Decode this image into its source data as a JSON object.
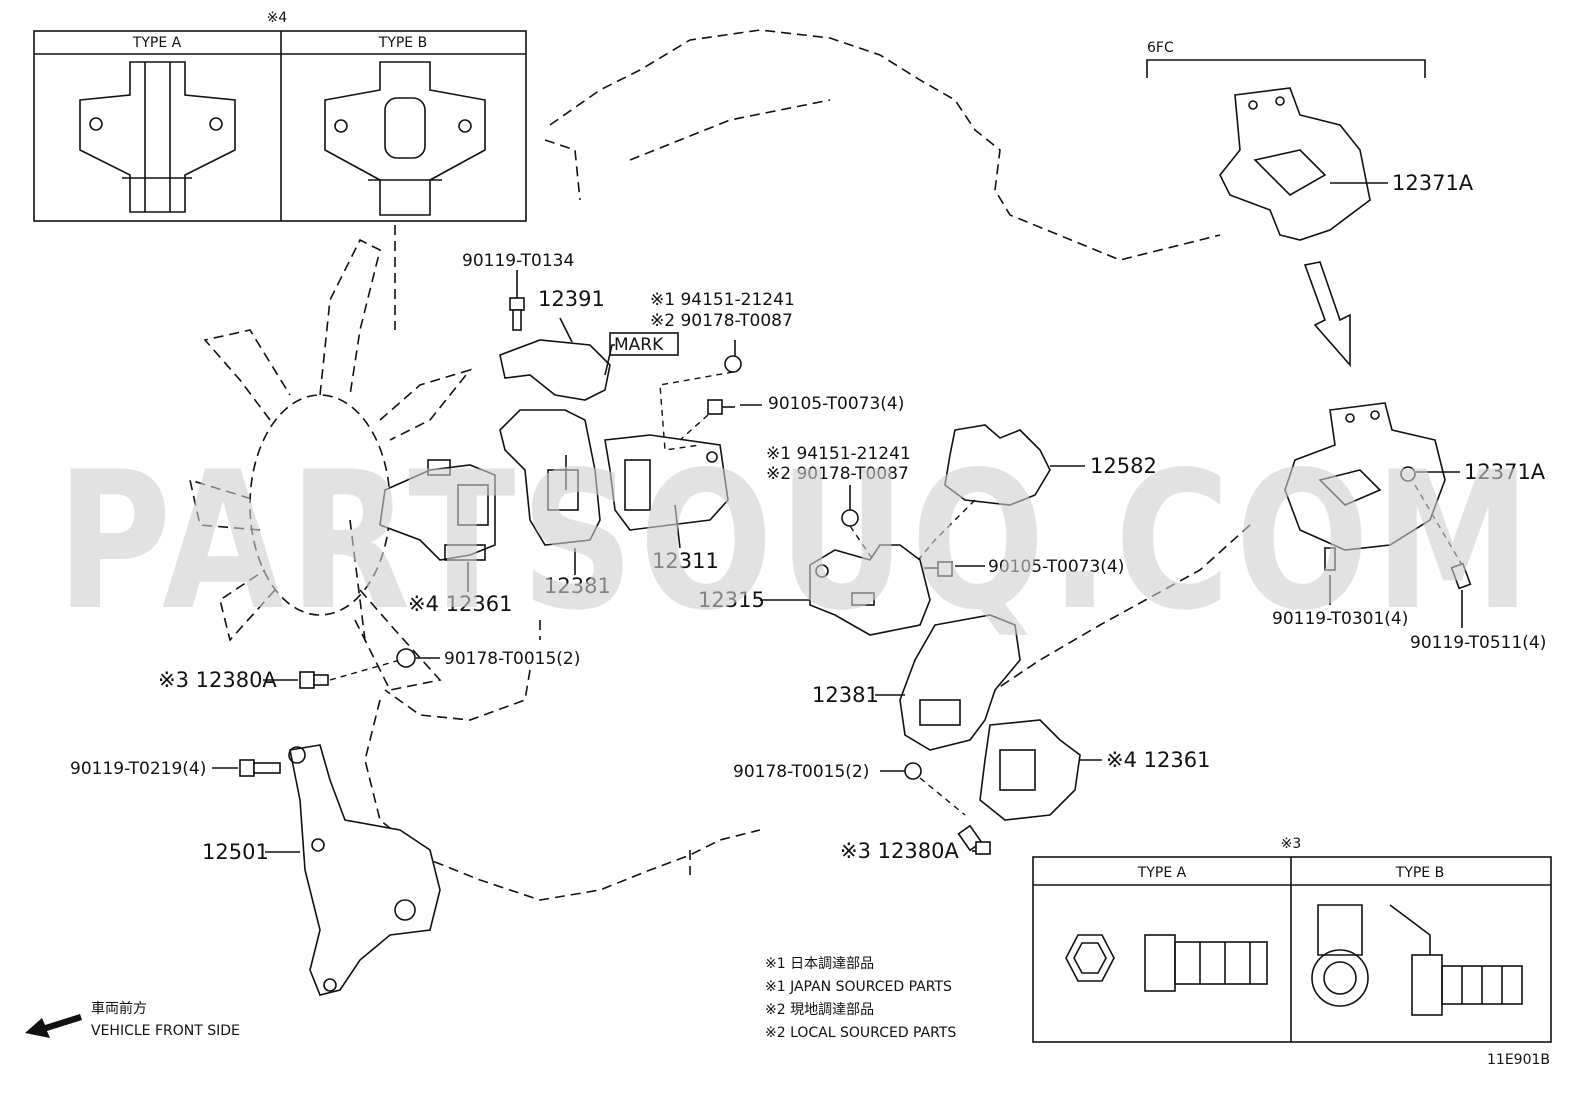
{
  "watermark": "PARTSOUQ.COM",
  "diagram_code": "11E901B",
  "engine_code": "6FC",
  "inset_engine_mount": {
    "note_mark": "※4",
    "type_a": "TYPE A",
    "type_b": "TYPE B"
  },
  "inset_bolt": {
    "note_mark": "※3",
    "type_a": "TYPE A",
    "type_b": "TYPE B"
  },
  "mark_box": "MARK",
  "parts": {
    "p90119_t0134": "90119-T0134",
    "p12391": "12391",
    "p94151_21241_a": "※1 94151-21241",
    "p90178_t0087_a": "※2 90178-T0087",
    "p90105_t0073_a": "90105-T0073(4)",
    "p12311": "12311",
    "p12381_a": "12381",
    "p12361_a": "※4 12361",
    "p90178_t0015_a": "90178-T0015(2)",
    "p12380a_a": "※3 12380A",
    "p90119_t0219": "90119-T0219(4)",
    "p12501": "12501",
    "p94151_21241_b": "※1 94151-21241",
    "p90178_t0087_b": "※2 90178-T0087",
    "p12582": "12582",
    "p90105_t0073_b": "90105-T0073(4)",
    "p12315": "12315",
    "p12381_b": "12381",
    "p90178_t0015_b": "90178-T0015(2)",
    "p12361_b": "※4 12361",
    "p12380a_b": "※3 12380A",
    "p12371a_a": "12371A",
    "p12371a_b": "12371A",
    "p90119_t0301": "90119-T0301(4)",
    "p90119_t0511": "90119-T0511(4)"
  },
  "legend": {
    "l1": "※1 日本調達部品",
    "l2": "※1 JAPAN SOURCED PARTS",
    "l3": "※2 現地調達部品",
    "l4": "※2 LOCAL SOURCED PARTS"
  },
  "front": {
    "jp": "車両前方",
    "en": "VEHICLE FRONT SIDE"
  }
}
